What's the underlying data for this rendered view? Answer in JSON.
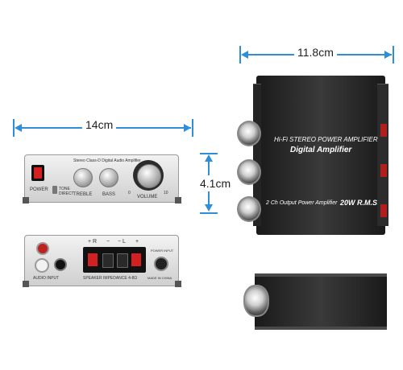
{
  "dimensions": {
    "width_label": "14cm",
    "height_label": "4.1cm",
    "depth_label": "11.8cm"
  },
  "front_panel": {
    "model_text": "Stereo Class-D Digital Audio Amplifier",
    "power_label": "POWER",
    "tone_label": "TONE",
    "direct_label": "DIRECT",
    "treble_label": "TREBLE",
    "bass_label": "BASS",
    "volume_label": "VOLUME",
    "scale_min": "0",
    "scale_max": "10"
  },
  "rear_panel": {
    "audio_input_label": "AUDIO INPUT",
    "speaker_label": "SPEAKER IMPEDANCE 4-8Ω",
    "plus_r": "+ R",
    "minus": "−",
    "minus_l": "− L",
    "plus": "+",
    "power_input_label": "POWER INPUT",
    "made_in_label": "MADE IN CHINA"
  },
  "black_unit": {
    "hifi_text": "Hi-Fi STEREO POWER AMPLIFIER",
    "digital_text": "Digital Amplifier",
    "output_text": "2 Ch Output Power Amplifier",
    "watts_text": "20W R.M.S"
  },
  "colors": {
    "dimension_accent": "#2e8fd8",
    "power_switch": "#d42020",
    "silver_panel": "#dcdcdc",
    "black_body": "#1e1e1e"
  }
}
